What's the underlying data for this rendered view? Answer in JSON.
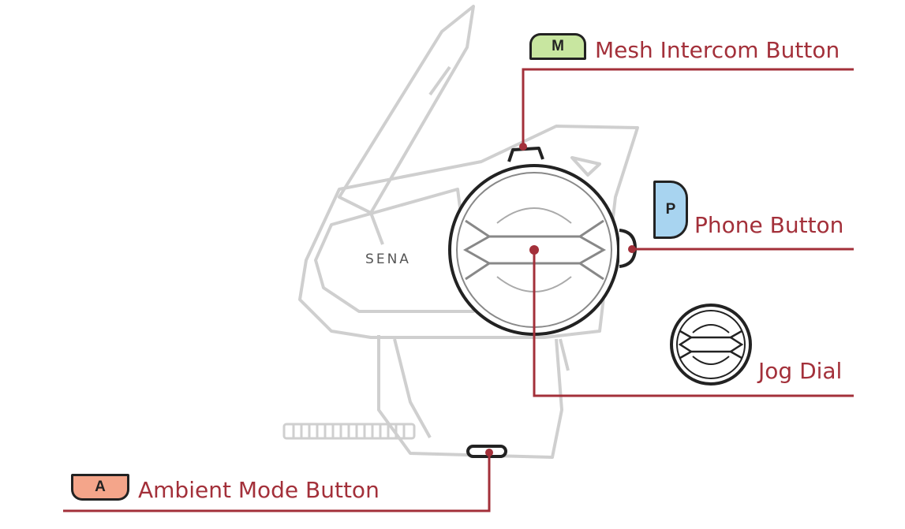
{
  "brand_text": "SENA",
  "colors": {
    "callout_text": "#a3303a",
    "leader_line": "#a3303a",
    "device_outline": "#c8c8c8",
    "mesh_key": "#c8e6a0",
    "phone_key": "#a8d4f0",
    "ambient_key": "#f4a58a"
  },
  "callouts": {
    "mesh": {
      "label": "Mesh Intercom Button",
      "key": "M"
    },
    "phone": {
      "label": "Phone Button",
      "key": "P"
    },
    "jog": {
      "label": "Jog Dial"
    },
    "ambient": {
      "label": "Ambient Mode Button",
      "key": "A"
    }
  }
}
